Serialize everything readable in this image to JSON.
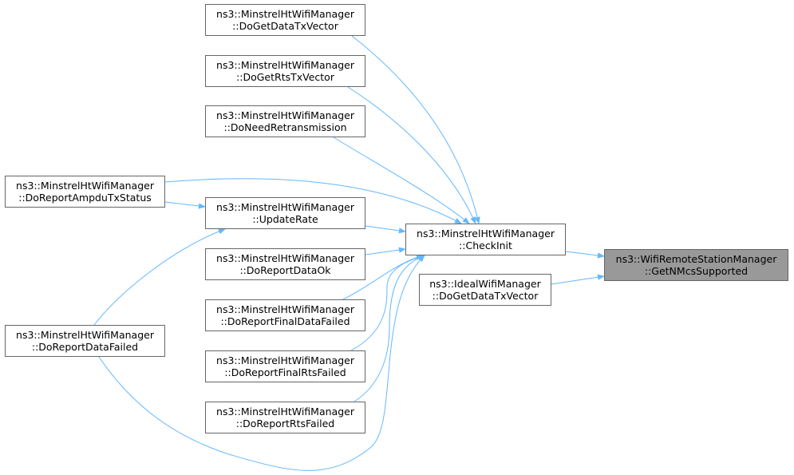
{
  "colors": {
    "edge": "#63b8ff",
    "focus_fill": "#999999",
    "border": "#666666"
  },
  "nodes": {
    "get_nmcs": {
      "line1": "ns3::WifiRemoteStationManager",
      "line2": "::GetNMcsSupported"
    },
    "check_init": {
      "line1": "ns3::MinstrelHtWifiManager",
      "line2": "::CheckInit"
    },
    "ideal_get_data": {
      "line1": "ns3::IdealWifiManager",
      "line2": "::DoGetDataTxVector"
    },
    "get_data": {
      "line1": "ns3::MinstrelHtWifiManager",
      "line2": "::DoGetDataTxVector"
    },
    "get_rts": {
      "line1": "ns3::MinstrelHtWifiManager",
      "line2": "::DoGetRtsTxVector"
    },
    "need_retrans": {
      "line1": "ns3::MinstrelHtWifiManager",
      "line2": "::DoNeedRetransmission"
    },
    "ampdu": {
      "line1": "ns3::MinstrelHtWifiManager",
      "line2": "::DoReportAmpduTxStatus"
    },
    "update_rate": {
      "line1": "ns3::MinstrelHtWifiManager",
      "line2": "::UpdateRate"
    },
    "data_ok": {
      "line1": "ns3::MinstrelHtWifiManager",
      "line2": "::DoReportDataOk"
    },
    "final_data_failed": {
      "line1": "ns3::MinstrelHtWifiManager",
      "line2": "::DoReportFinalDataFailed"
    },
    "data_failed": {
      "line1": "ns3::MinstrelHtWifiManager",
      "line2": "::DoReportDataFailed"
    },
    "final_rts_failed": {
      "line1": "ns3::MinstrelHtWifiManager",
      "line2": "::DoReportFinalRtsFailed"
    },
    "rts_failed": {
      "line1": "ns3::MinstrelHtWifiManager",
      "line2": "::DoReportRtsFailed"
    }
  },
  "edges": [
    {
      "from": "check_init",
      "to": "get_nmcs"
    },
    {
      "from": "ideal_get_data",
      "to": "get_nmcs"
    },
    {
      "from": "get_data",
      "to": "check_init"
    },
    {
      "from": "get_rts",
      "to": "check_init"
    },
    {
      "from": "need_retrans",
      "to": "check_init"
    },
    {
      "from": "ampdu",
      "to": "check_init"
    },
    {
      "from": "update_rate",
      "to": "check_init"
    },
    {
      "from": "data_ok",
      "to": "check_init"
    },
    {
      "from": "final_data_failed",
      "to": "check_init"
    },
    {
      "from": "data_failed",
      "to": "check_init"
    },
    {
      "from": "final_rts_failed",
      "to": "check_init"
    },
    {
      "from": "rts_failed",
      "to": "check_init"
    },
    {
      "from": "ampdu",
      "to": "update_rate"
    },
    {
      "from": "data_failed",
      "to": "update_rate"
    }
  ]
}
